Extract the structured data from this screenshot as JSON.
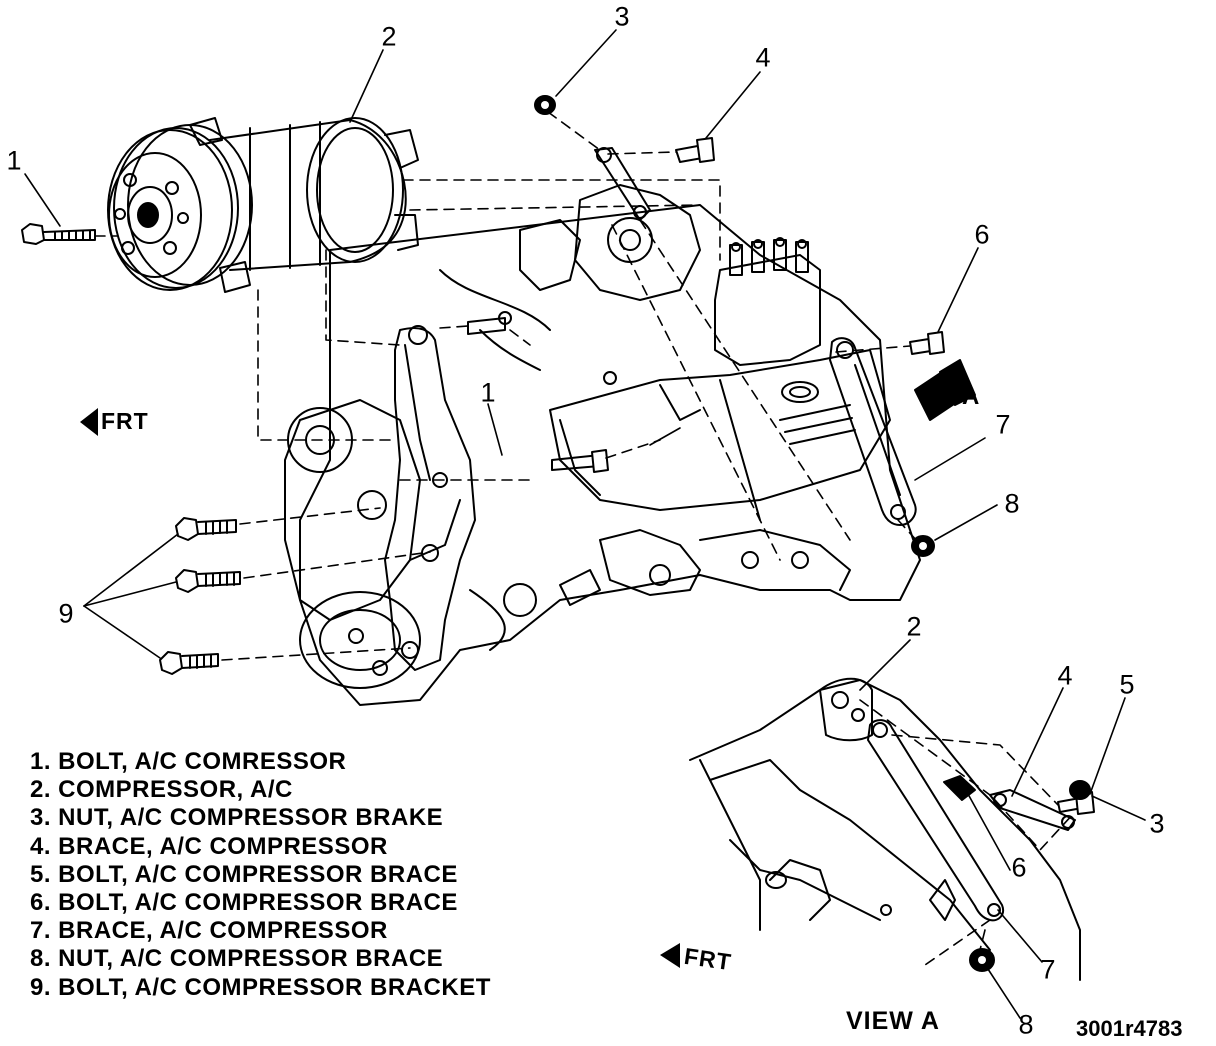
{
  "callouts": {
    "main": {
      "c1": "1",
      "c1b": "1",
      "c2": "2",
      "c3": "3",
      "c4": "4",
      "c6": "6",
      "c7": "7",
      "c8": "8",
      "c9": "9"
    },
    "view_a": {
      "c2": "2",
      "c3": "3",
      "c4": "4",
      "c5": "5",
      "c6": "6",
      "c7": "7",
      "c8": "8"
    }
  },
  "direction": {
    "frt_main": "FRT",
    "frt_view": "FRT",
    "view_arrow_letter": "A"
  },
  "legend": [
    "1. BOLT, A/C COMRESSOR",
    "2. COMPRESSOR, A/C",
    "3. NUT, A/C COMPRESSOR BRAKE",
    "4. BRACE, A/C COMPRESSOR",
    "5. BOLT, A/C COMPRESSOR BRACE",
    "6. BOLT, A/C COMPRESSOR BRACE",
    "7. BRACE, A/C COMPRESSOR",
    "8. NUT, A/C COMPRESSOR BRACE",
    "9. BOLT, A/C COMPRESSOR BRACKET"
  ],
  "view_title": "VIEW A",
  "reference_code": "3001r4783"
}
